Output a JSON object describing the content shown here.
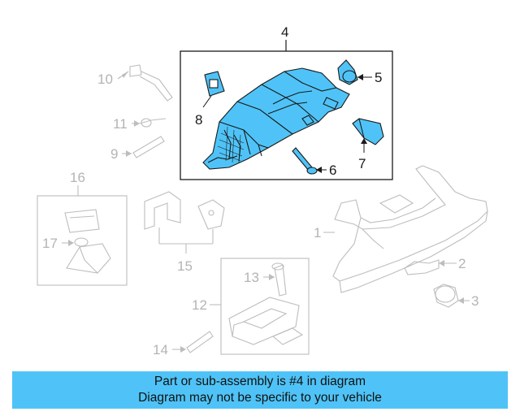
{
  "colors": {
    "highlight_fill": "#4fc3f7",
    "dim_line": "#bdbdbd",
    "active_line": "#1a1a1a",
    "banner_bg": "#4fc3f7"
  },
  "callouts": [
    {
      "id": "1",
      "label": "1"
    },
    {
      "id": "2",
      "label": "2"
    },
    {
      "id": "3",
      "label": "3"
    },
    {
      "id": "4",
      "label": "4"
    },
    {
      "id": "5",
      "label": "5"
    },
    {
      "id": "6",
      "label": "6"
    },
    {
      "id": "7",
      "label": "7"
    },
    {
      "id": "8",
      "label": "8"
    },
    {
      "id": "9",
      "label": "9"
    },
    {
      "id": "10",
      "label": "10"
    },
    {
      "id": "11",
      "label": "11"
    },
    {
      "id": "12",
      "label": "12"
    },
    {
      "id": "13",
      "label": "13"
    },
    {
      "id": "14",
      "label": "14"
    },
    {
      "id": "15",
      "label": "15"
    },
    {
      "id": "16",
      "label": "16"
    },
    {
      "id": "17",
      "label": "17"
    }
  ],
  "banner": {
    "line1": "Part or sub-assembly is #4 in diagram",
    "line2": "Diagram may not be specific to your vehicle"
  }
}
